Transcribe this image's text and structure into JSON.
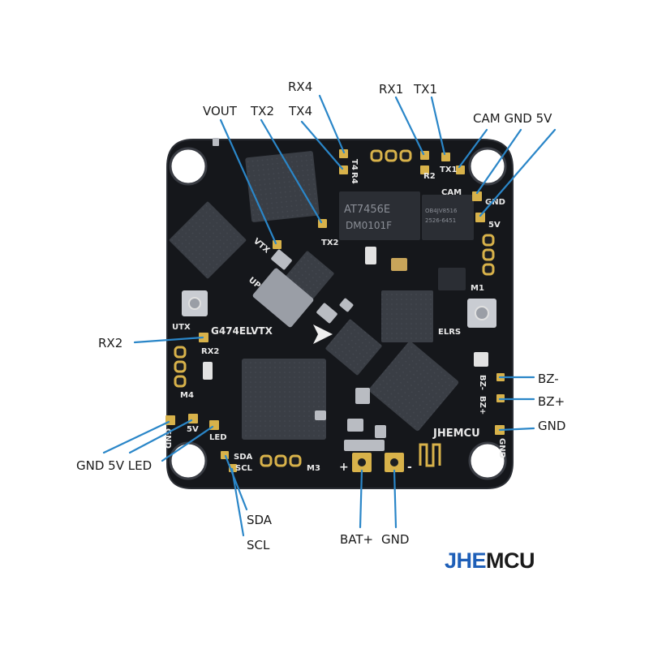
{
  "colors": {
    "board": "#15171b",
    "pad": "#d8b24a",
    "silk": "#e8e8e8",
    "leader": "#2a86c8",
    "accent": "#1e5fb8"
  },
  "callouts": {
    "rx4": "RX4",
    "vout": "VOUT",
    "tx2": "TX2",
    "tx4": "TX4",
    "rx1": "RX1",
    "tx1": "TX1",
    "cam_gnd_5v": "CAM GND 5V",
    "rx2": "RX2",
    "bz_minus": "BZ-",
    "bz_plus": "BZ+",
    "gnd_right": "GND",
    "gnd_5v_led": "GND 5V LED",
    "sda": "SDA",
    "scl": "SCL",
    "bat_plus": "BAT+",
    "gnd_bottom": "GND"
  },
  "board": {
    "model": "G474ELVTX",
    "maker": "JHEMCU",
    "silk": {
      "t4": "T4",
      "r4": "R4",
      "r2_pad": "R2",
      "tx1": "TX1",
      "cam": "CAM",
      "gnd": "GND",
      "v5": "5V",
      "tx2": "TX2",
      "vtx": "VTX",
      "up": "UP",
      "m1": "M1",
      "elrs": "ELRS",
      "utx": "UTX",
      "rx2": "RX2",
      "m4": "M4",
      "gnd_left": "GND",
      "v5_left": "5V",
      "led": "LED",
      "sda": "SDA",
      "scl": "SCL",
      "m3": "M3",
      "plus": "+",
      "minus": "-",
      "bz_minus": "BZ-",
      "bz_plus": "BZ+",
      "gnd_right": "GND"
    },
    "chips": {
      "main": "AT7456E",
      "main_sub": "DM0101F",
      "aux": "OB4JV8516",
      "aux_sub": "2526-6451"
    }
  },
  "logo": {
    "part1": "JHE",
    "part2": "MCU"
  }
}
